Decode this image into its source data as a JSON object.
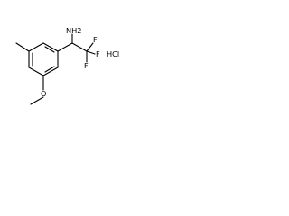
{
  "molecule": {
    "labels": {
      "amine": "NH2",
      "fluorine_1": "F",
      "fluorine_2": "F",
      "fluorine_3": "F",
      "methoxy_oxygen": "O",
      "salt": "HCl"
    }
  }
}
